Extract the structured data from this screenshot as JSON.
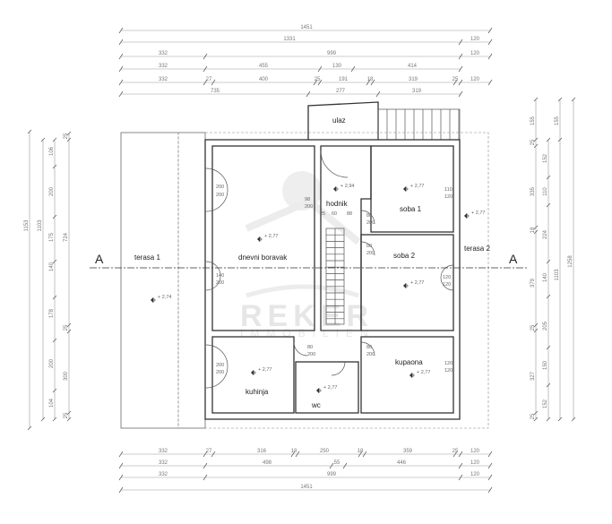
{
  "watermark": {
    "logo_text": "REKER",
    "logo_subtext": "IMMOBILIEN"
  },
  "section_marker": {
    "left": "A",
    "right": "A"
  },
  "rooms": {
    "ulaz": "ulaz",
    "hodnik": "hodnik",
    "soba1": "soba 1",
    "soba2": "soba 2",
    "dnevni": "dnevni boravak",
    "terasa1": "terasa 1",
    "terasa2": "terasa 2",
    "kupaona": "kupaona",
    "kuhinja": "kuhinja",
    "wc": "wc"
  },
  "elevations": {
    "hodnik": "+ 2,94",
    "soba1": "+ 2,77",
    "terasa2": "+ 2,77",
    "dnevni": "+ 2,77",
    "soba2": "+ 2,77",
    "terasa1": "+ 2,74",
    "kuhinja": "+ 2,77",
    "kupaona": "+ 2,77",
    "wc": "+ 2,77"
  },
  "doors": {
    "d1a": "200",
    "d1b": "200",
    "d2a": "98",
    "d2b": "200",
    "d3a": "80",
    "d3b": "200",
    "d4a": "80",
    "d4b": "200",
    "d5a": "140",
    "d5b": "200",
    "d6a": "120",
    "d6b": "120",
    "d7a": "110",
    "d7b": "120",
    "d8a": "80",
    "d8b": "200",
    "d9a": "80",
    "d9b": "200",
    "d10a": "200",
    "d10b": "200",
    "d11a": "120",
    "d11b": "120",
    "s1": "25",
    "s2": "60",
    "s3": "88"
  },
  "dims_top": {
    "r1": [
      "1451"
    ],
    "r2": [
      "1331",
      "120"
    ],
    "r3": [
      "332",
      "999",
      "120"
    ],
    "r4": [
      "332",
      "455",
      "130",
      "414"
    ],
    "r5": [
      "332",
      "27",
      "400",
      "25",
      "191",
      "18",
      "319",
      "25",
      "120"
    ],
    "r6": [
      "735",
      "277",
      "319"
    ]
  },
  "dims_bottom": {
    "r1": [
      "332",
      "27",
      "316",
      "18",
      "250",
      "18",
      "359",
      "25",
      "120"
    ],
    "r2": [
      "332",
      "498",
      "55",
      "446",
      "120"
    ],
    "r3": [
      "332",
      "999",
      "120"
    ],
    "r4": [
      "1451"
    ]
  },
  "dims_left": {
    "c1": [
      "1153"
    ],
    "c2": [
      "1103"
    ],
    "c3": [
      "106",
      "200",
      "175",
      "140",
      "178",
      "200",
      "104"
    ],
    "c4": [
      "25",
      "724",
      "25",
      "300",
      "25"
    ]
  },
  "dims_right": {
    "c1": [
      "155",
      "25",
      "335",
      "18",
      "379",
      "25",
      "327",
      "25"
    ],
    "c2": [
      "152",
      "110",
      "224",
      "140",
      "205",
      "150",
      "152"
    ],
    "c3": [
      "155",
      "1103"
    ],
    "c4": [
      "1258"
    ]
  }
}
